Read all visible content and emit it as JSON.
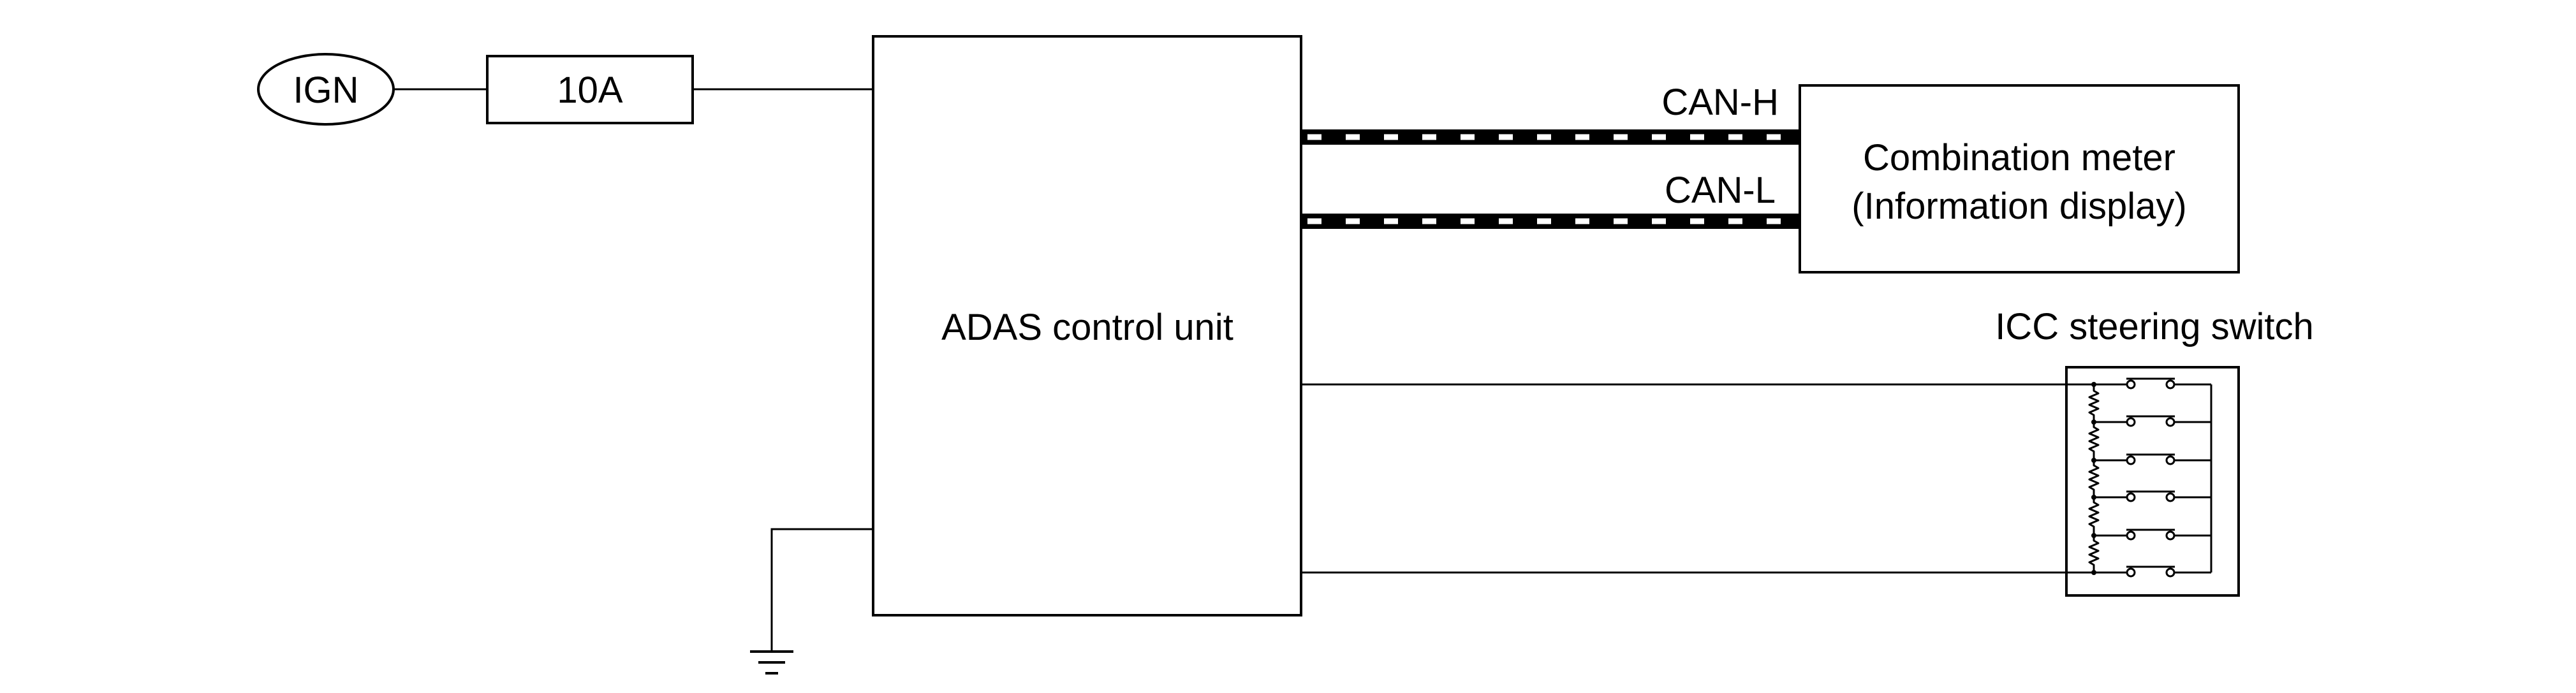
{
  "diagram": {
    "ign_label": "IGN",
    "fuse_label": "10A",
    "adas_label": "ADAS control unit",
    "can_h_label": "CAN-H",
    "can_l_label": "CAN-L",
    "meter_line1": "Combination meter",
    "meter_line2": "(Information display)",
    "icc_label": "ICC steering switch"
  },
  "colors": {
    "line": "#000000",
    "background": "#ffffff",
    "can_stripe": "#ffffff"
  },
  "icons": {
    "ground": "ground-symbol-icon",
    "switch_contact": "open-switch-icon",
    "resistor": "resistor-icon"
  }
}
